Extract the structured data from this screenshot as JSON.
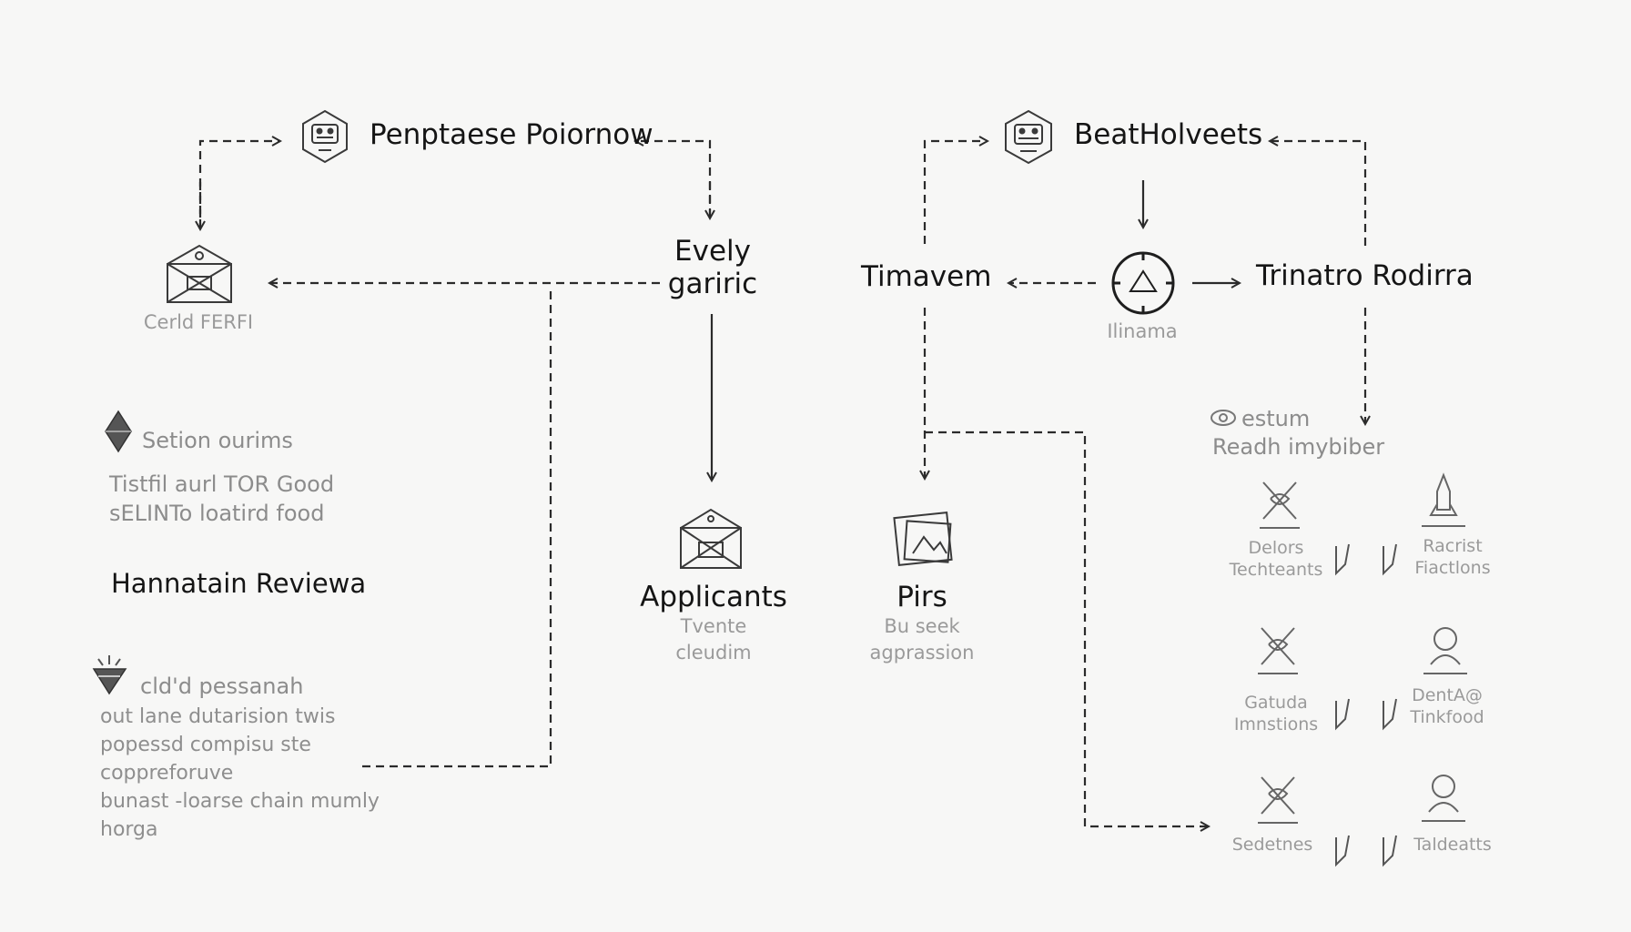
{
  "nodes": {
    "top_left_title": "Penptaese Poiornow",
    "top_right_title": "BeatHolveets",
    "cert_label": "Cerld FERFI",
    "evely": "Evely\ngariric",
    "timavem": "Timavem",
    "center_caption": "Ilinama",
    "trinatro": "Trinatro Rodirra",
    "applicants": "Applicants",
    "applicants_sub": "Tvente\ncleudim",
    "pirs": "Pirs",
    "pirs_sub": "Bu seek\nagprassion"
  },
  "left_panel": {
    "section_title": "Setion ourims",
    "section_body": "Tistfil aurl TOR Good\nsELINTo loatird food",
    "heading": "Hannatain Reviewa",
    "item_title": "cld'd pessanah",
    "item_body": "out lane dutarision twis\npopessd compisu ste\ncoppreforuve\nbunast -loarse chain mumly\nhorga"
  },
  "right_panel": {
    "header_line1": "estum",
    "header_line2": "Readh imybiber",
    "items": [
      {
        "label": "Delors\nTechteants",
        "icon": "star-x-icon"
      },
      {
        "label": "Racrist\nFiactlons",
        "icon": "rocket-icon"
      },
      {
        "label": "Gatuda\nImnstions",
        "icon": "star-x-icon"
      },
      {
        "label": "DentA@\nTinkfood",
        "icon": "person-icon"
      },
      {
        "label": "Sedetnes",
        "icon": "star-x-icon"
      },
      {
        "label": "Taldeatts",
        "icon": "person-icon"
      }
    ]
  }
}
